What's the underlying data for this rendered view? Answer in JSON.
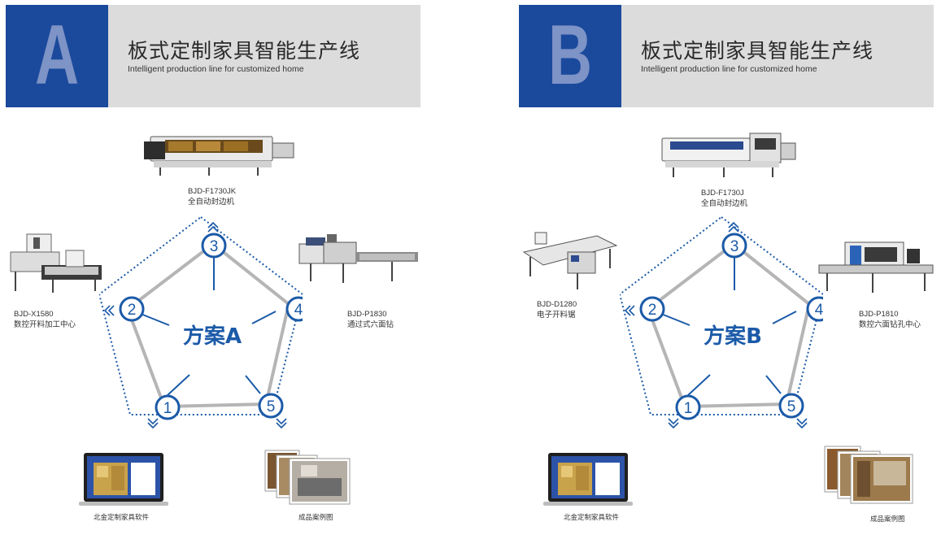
{
  "colors": {
    "brand_blue": "#1b4a9c",
    "letter_tint": "#7e93c6",
    "header_bg": "#dcdcdd",
    "node_blue": "#1b5aa8",
    "path_gray": "#b5b5b5"
  },
  "panels": [
    {
      "letter": "A",
      "title_cn": "板式定制家具智能生产线",
      "title_en": "Intelligent production line for customized home",
      "center_label": "方案A",
      "nodes": [
        "1",
        "2",
        "3",
        "4",
        "5"
      ],
      "machines": {
        "top": {
          "model": "BJD-F1730JK",
          "name": "全自动封边机"
        },
        "left": {
          "model": "BJD-X1580",
          "name": "数控开料加工中心"
        },
        "right": {
          "model": "BJD-P1830",
          "name": "通过式六面钻"
        }
      },
      "software_label": "北金定制家具软件",
      "cases_label": "成品案例图"
    },
    {
      "letter": "B",
      "title_cn": "板式定制家具智能生产线",
      "title_en": "Intelligent production line for customized home",
      "center_label": "方案B",
      "nodes": [
        "1",
        "2",
        "3",
        "4",
        "5"
      ],
      "machines": {
        "top": {
          "model": "BJD-F1730J",
          "name": "全自动封边机"
        },
        "left": {
          "model": "BJD-D1280",
          "name": "电子开料锯"
        },
        "right": {
          "model": "BJD-P1810",
          "name": "数控六面钻孔中心"
        }
      },
      "software_label": "北金定制家具软件",
      "cases_label": "成品案例图"
    }
  ]
}
